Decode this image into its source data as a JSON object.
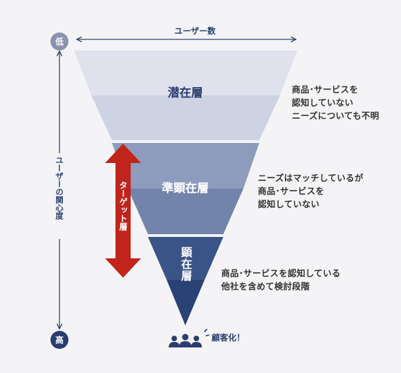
{
  "top_axis": {
    "label": "ユーザー数"
  },
  "left_axis": {
    "label": "ユーザーの関心度",
    "low": "低",
    "high": "高"
  },
  "layers": [
    {
      "name": "潜在層",
      "description": [
        "商品･サービスを",
        "認知していない",
        "ニーズについても不明"
      ]
    },
    {
      "name": "準顕在層",
      "description": [
        "ニーズはマッチしているが",
        "商品･サービスを",
        "認知していない"
      ]
    },
    {
      "name": "顕在層",
      "description": [
        "商品･サービスを認知している",
        "他社を含めて検討段階"
      ]
    }
  ],
  "target": {
    "label": "ターゲット層"
  },
  "outcome": {
    "label": "顧客化！"
  },
  "colors": {
    "layer1_top": "#dfe2ec",
    "layer1_bottom": "#cdd3e3",
    "layer2_top": "#8d9bbd",
    "layer2_bottom": "#7384ab",
    "layer3_top": "#3b5487",
    "layer3_bottom": "#2a4275",
    "text_navy": "#2a3d6e",
    "target_red": "#c0241b",
    "axis": "#2e4272"
  },
  "icons": {
    "people": "people-group-icon",
    "sparkle": "sparkle-icon"
  }
}
